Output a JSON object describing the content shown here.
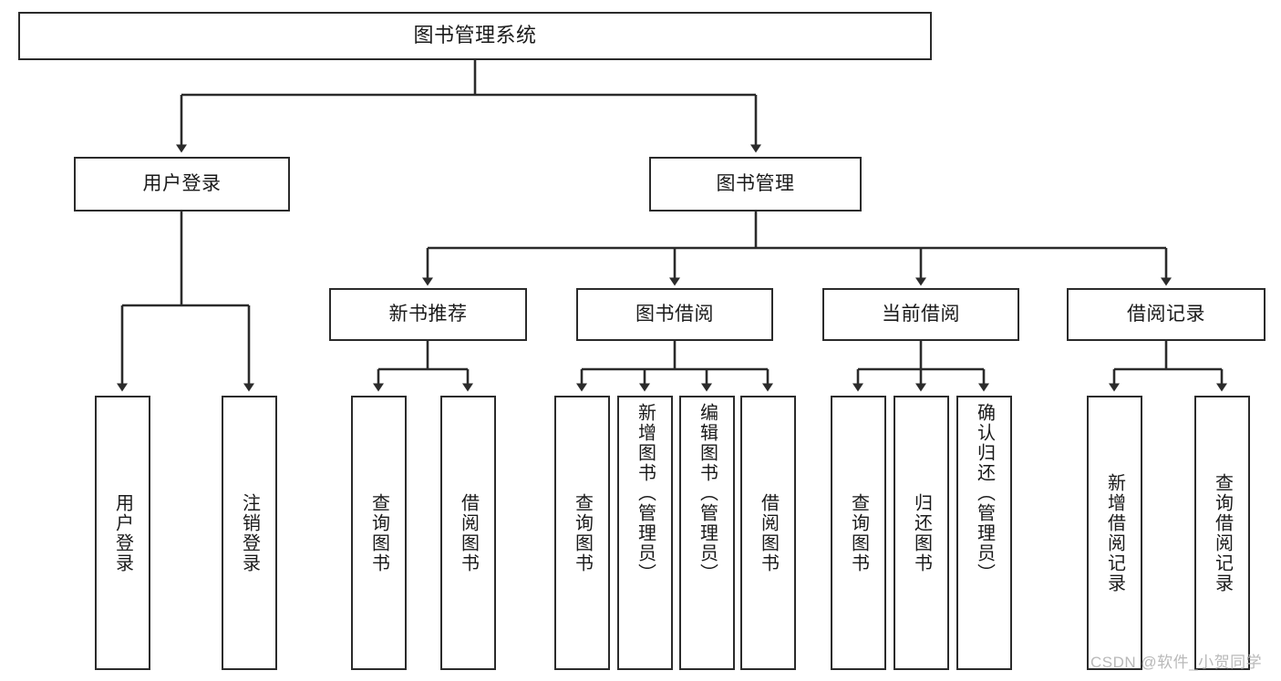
{
  "diagram": {
    "title": "图书管理系统",
    "type": "hierarchy-tree",
    "watermark": "CSDN @软件_小贺同学",
    "colors": {
      "stroke": "#2b2b2b",
      "fill": "#ffffff",
      "text": "#1a1a1a",
      "watermark": "#b9b9b9"
    },
    "levels": {
      "root": {
        "label": "图书管理系统"
      },
      "level2": [
        {
          "id": "user-login",
          "label": "用户登录"
        },
        {
          "id": "book-management",
          "label": "图书管理"
        }
      ],
      "level3": [
        {
          "id": "new-book-recommend",
          "label": "新书推荐",
          "parent": "book-management"
        },
        {
          "id": "book-borrow",
          "label": "图书借阅",
          "parent": "book-management"
        },
        {
          "id": "current-borrow",
          "label": "当前借阅",
          "parent": "book-management"
        },
        {
          "id": "borrow-record",
          "label": "借阅记录",
          "parent": "book-management"
        }
      ],
      "leaves": [
        {
          "id": "leaf-user-login",
          "label": "用户登录",
          "parent": "user-login"
        },
        {
          "id": "leaf-user-logout",
          "label": "注销登录",
          "parent": "user-login"
        },
        {
          "id": "leaf-query-book-1",
          "label": "查询图书",
          "parent": "new-book-recommend"
        },
        {
          "id": "leaf-borrow-book-1",
          "label": "借阅图书",
          "parent": "new-book-recommend"
        },
        {
          "id": "leaf-query-book-2",
          "label": "查询图书",
          "parent": "book-borrow"
        },
        {
          "id": "leaf-add-book",
          "label": "新增图书（管理员）",
          "parent": "book-borrow"
        },
        {
          "id": "leaf-edit-book",
          "label": "编辑图书（管理员）",
          "parent": "book-borrow"
        },
        {
          "id": "leaf-borrow-book-2",
          "label": "借阅图书",
          "parent": "book-borrow"
        },
        {
          "id": "leaf-query-book-3",
          "label": "查询图书",
          "parent": "current-borrow"
        },
        {
          "id": "leaf-return-book",
          "label": "归还图书",
          "parent": "current-borrow"
        },
        {
          "id": "leaf-confirm-return",
          "label": "确认归还（管理员）",
          "parent": "current-borrow"
        },
        {
          "id": "leaf-add-record",
          "label": "新增借阅记录",
          "parent": "borrow-record"
        },
        {
          "id": "leaf-query-record",
          "label": "查询借阅记录",
          "parent": "borrow-record"
        }
      ]
    }
  }
}
